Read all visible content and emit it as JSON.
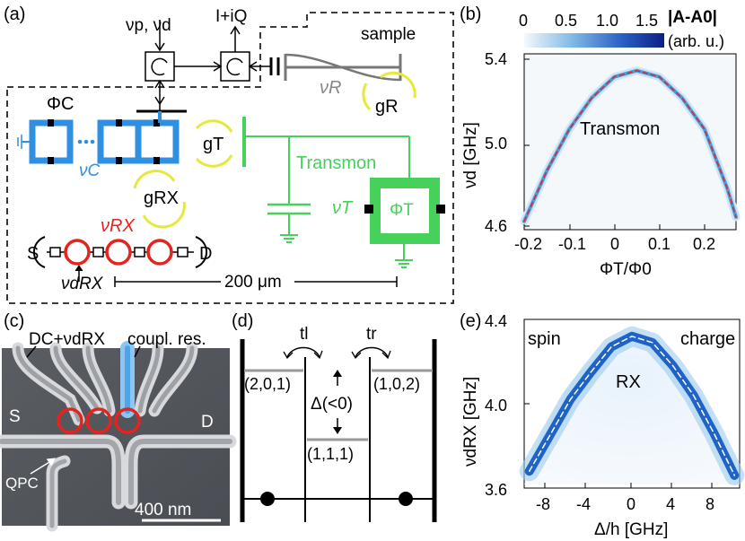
{
  "panels": {
    "a": {
      "label": "(a)",
      "input_freqs": "νp, νd",
      "output": "I+iQ",
      "sample": "sample",
      "nu_R": "νR",
      "phi_C": "ΦC",
      "g_T": "gT",
      "g_R": "gR",
      "g_RX": "gRX",
      "nu_C": "νC",
      "transmon": "Transmon",
      "nu_T": "νT",
      "phi_T": "ΦT",
      "nu_RX": "νRX",
      "nu_dRX": "νdRX",
      "S": "S",
      "D": "D",
      "scalebar": "200 μm"
    },
    "b": {
      "label": "(b)",
      "colorbar_title": "|A-A0|",
      "colorbar_unit": "(arb. u.)",
      "colorbar_ticks": [
        "0",
        "0.5",
        "1.0",
        "1.5"
      ],
      "annotation": "Transmon"
    },
    "c": {
      "label": "(c)",
      "dc_label": "DC+νdRX",
      "coupl_label": "coupl. res.",
      "S": "S",
      "D": "D",
      "qpc": "QPC",
      "scalebar": "400 nm"
    },
    "d": {
      "label": "(d)",
      "t_l": "tl",
      "t_r": "tr",
      "state_left": "(2,0,1)",
      "state_right": "(1,0,2)",
      "state_mid": "(1,1,1)",
      "delta": "Δ(<0)"
    },
    "e": {
      "label": "(e)",
      "spin": "spin",
      "charge": "charge",
      "annotation": "RX"
    }
  },
  "chart_data": [
    {
      "panel": "b",
      "type": "heatmap",
      "xlabel": "ΦT/Φ0",
      "ylabel": "νd [GHz]",
      "xlim": [
        -0.2,
        0.27
      ],
      "ylim": [
        4.58,
        5.42
      ],
      "xticks": [
        "-0.2",
        "-0.1",
        "0",
        "0.1",
        "0.2"
      ],
      "yticks": [
        "4.6",
        "5.0",
        "5.4"
      ],
      "colorbar_range": [
        0,
        1.6
      ],
      "series": [
        {
          "x": [
            -0.2,
            -0.15,
            -0.1,
            -0.05,
            0,
            0.05,
            0.1,
            0.15,
            0.2,
            0.25,
            0.27
          ],
          "y": [
            4.62,
            4.86,
            5.06,
            5.21,
            5.31,
            5.34,
            5.31,
            5.21,
            5.06,
            4.78,
            4.64
          ]
        }
      ]
    },
    {
      "panel": "e",
      "type": "heatmap",
      "xlabel": "Δ/h [GHz]",
      "ylabel": "νdRX [GHz]",
      "xlim": [
        -10.5,
        10.5
      ],
      "ylim": [
        3.6,
        4.4
      ],
      "xticks": [
        "-8",
        "-4",
        "0",
        "4",
        "8"
      ],
      "yticks": [
        "3.6",
        "4.0",
        "4.4"
      ],
      "series": [
        {
          "x": [
            -10,
            -8,
            -6,
            -4,
            -2,
            0,
            2,
            4,
            6,
            8,
            10
          ],
          "y": [
            3.68,
            3.85,
            4.02,
            4.15,
            4.27,
            4.32,
            4.29,
            4.18,
            4.04,
            3.86,
            3.66
          ]
        }
      ]
    }
  ]
}
